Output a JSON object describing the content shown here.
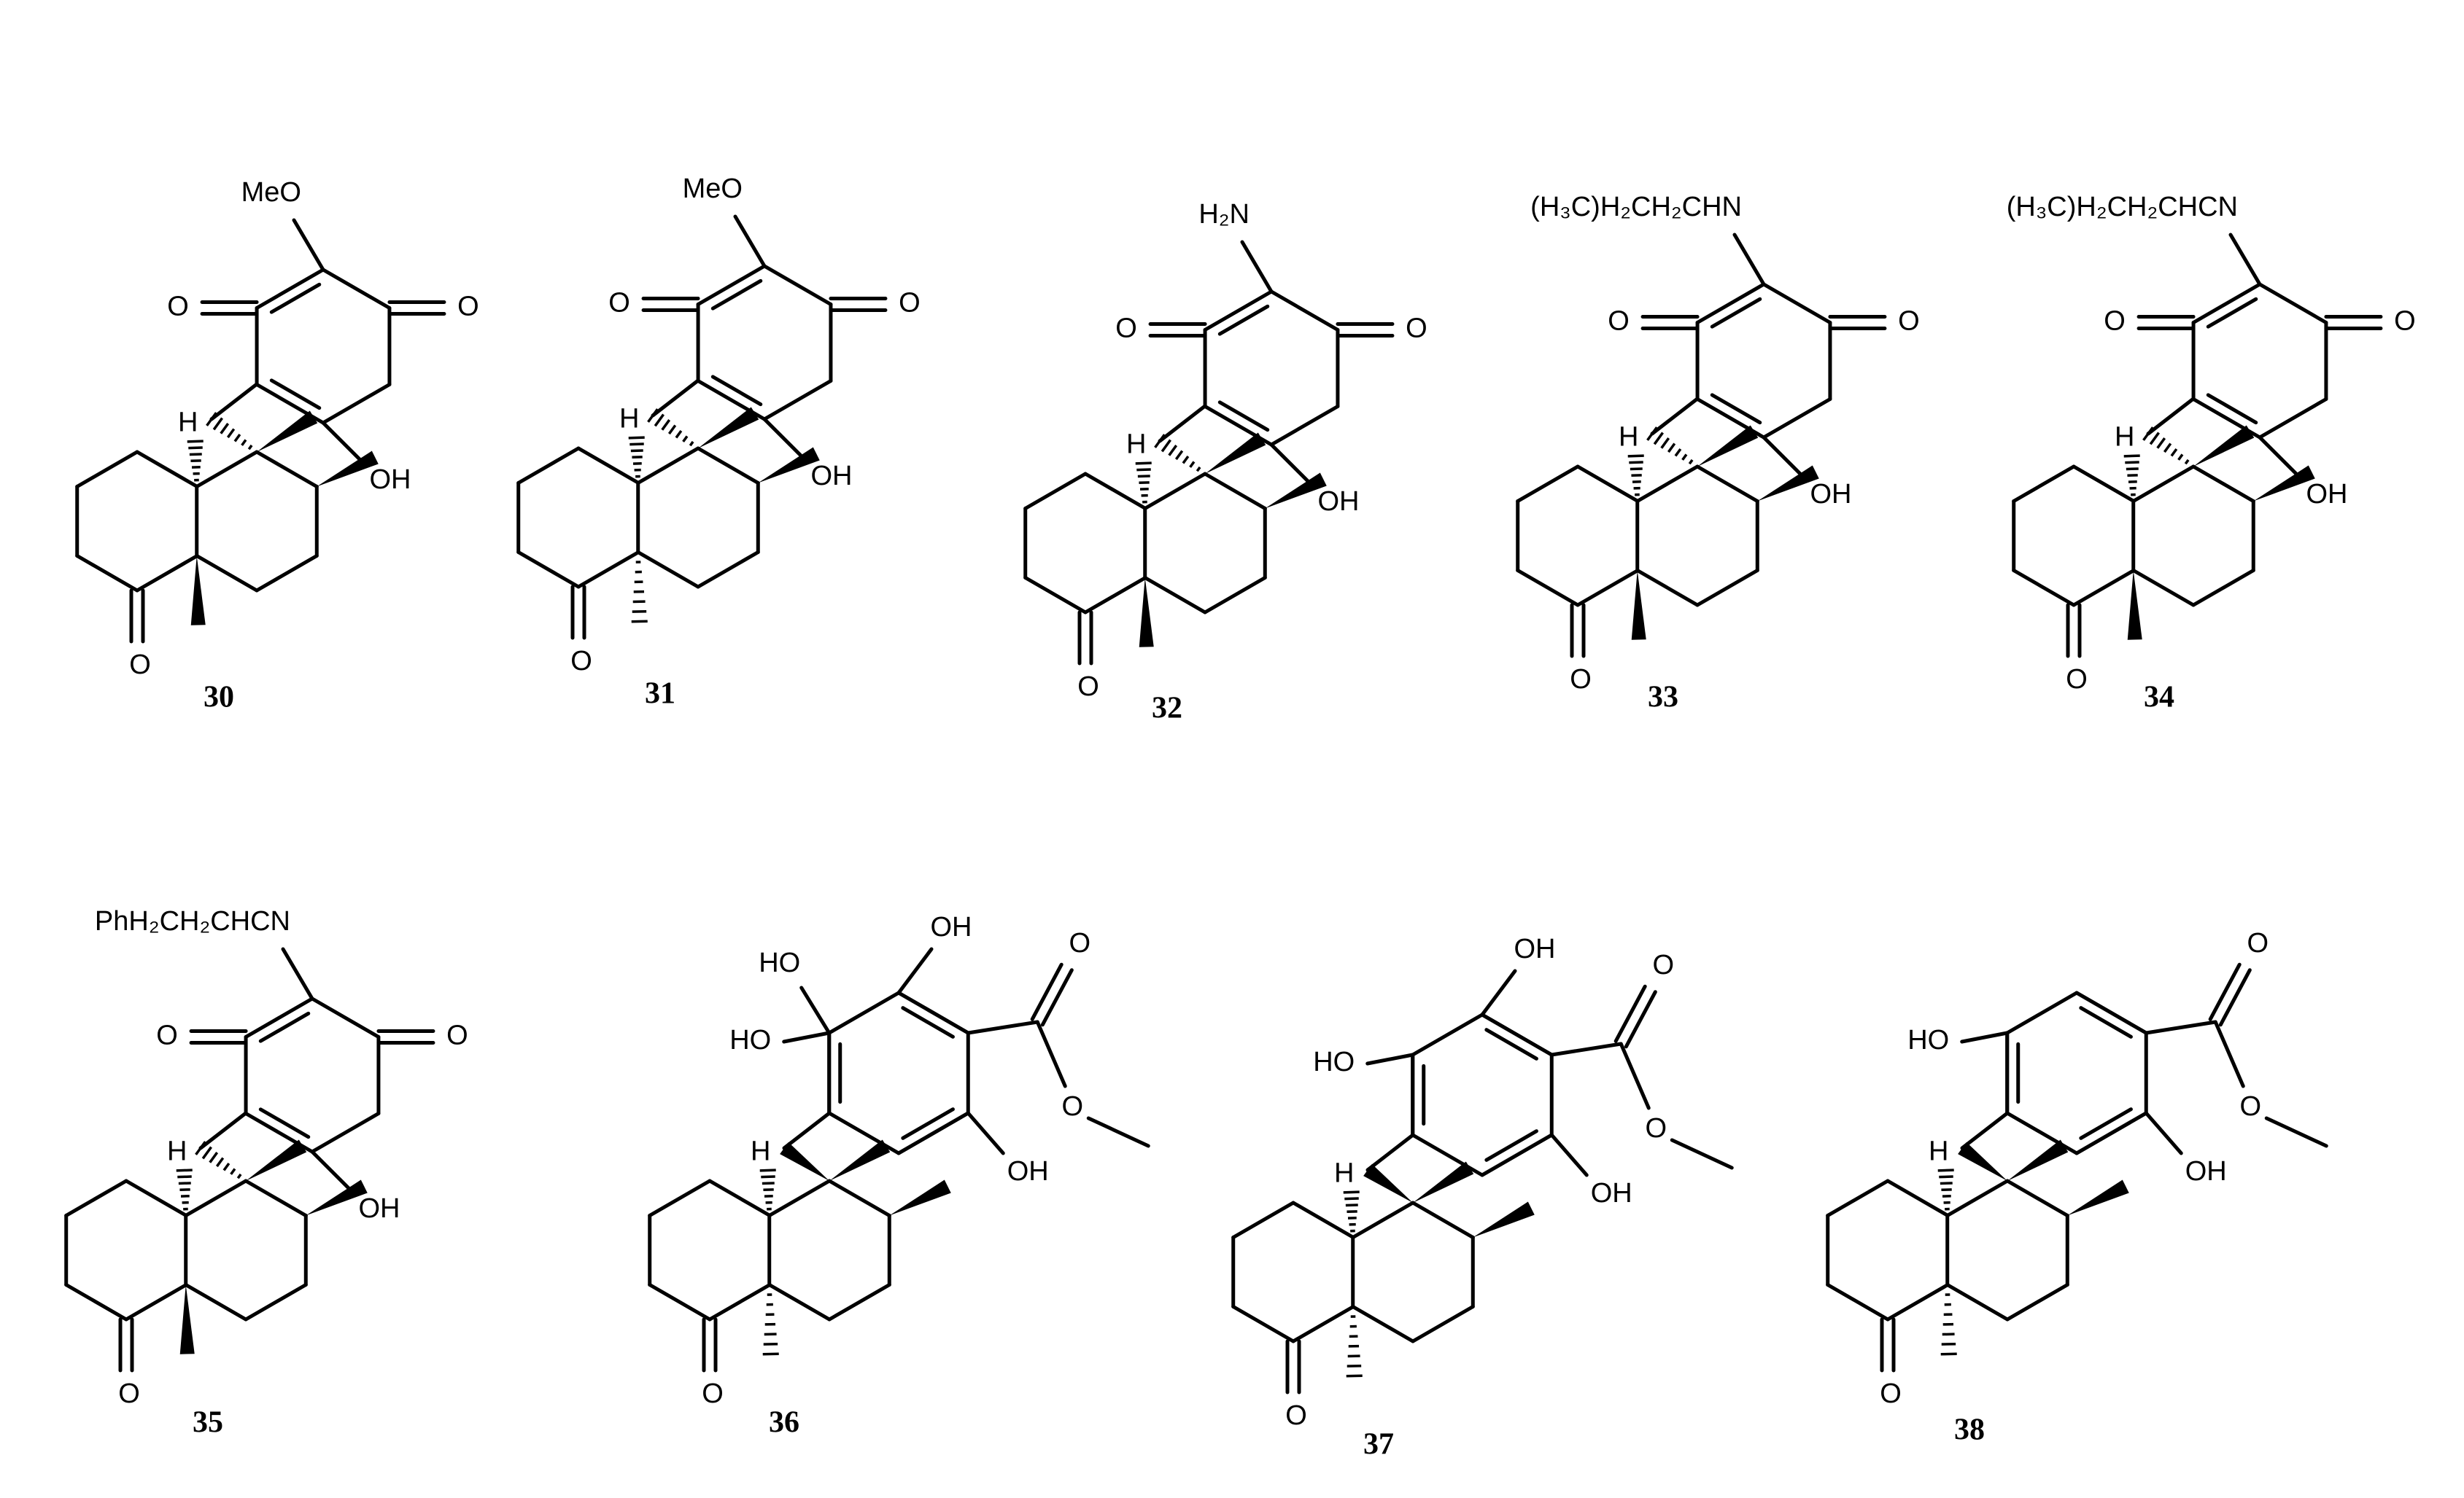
{
  "colors": {
    "stroke": "#000000",
    "background": "#ffffff"
  },
  "compounds": [
    {
      "id": "30",
      "label": "30",
      "ring": "quinone",
      "substituent": "MeO",
      "oh": "OH",
      "ketone_o": "O",
      "quinone_o_left": "O",
      "quinone_o_right": "O",
      "h_label": "H"
    },
    {
      "id": "31",
      "label": "31",
      "ring": "quinone",
      "substituent": "MeO",
      "oh": "OH",
      "ketone_o": "O",
      "quinone_o_left": "O",
      "quinone_o_right": "O",
      "h_label": "H"
    },
    {
      "id": "32",
      "label": "32",
      "ring": "quinone",
      "substituent": "H₂N",
      "oh": "OH",
      "ketone_o": "O",
      "quinone_o_left": "O",
      "quinone_o_right": "O",
      "h_label": "H"
    },
    {
      "id": "33",
      "label": "33",
      "ring": "quinone",
      "substituent": "(H₃C)H₂CH₂CHN",
      "oh": "OH",
      "ketone_o": "O",
      "quinone_o_left": "O",
      "quinone_o_right": "O",
      "h_label": "H"
    },
    {
      "id": "34",
      "label": "34",
      "ring": "quinone",
      "substituent": "(H₃C)H₂CH₂CHCN",
      "oh": "OH",
      "ketone_o": "O",
      "quinone_o_left": "O",
      "quinone_o_right": "O",
      "h_label": "H"
    },
    {
      "id": "35",
      "label": "35",
      "ring": "quinone",
      "substituent": "PhH₂CH₂CHCN",
      "oh": "OH",
      "ketone_o": "O",
      "quinone_o_left": "O",
      "quinone_o_right": "O",
      "h_label": "H"
    },
    {
      "id": "36",
      "label": "36",
      "ring": "benzoate",
      "oh_top_left": "HO",
      "oh_top_right": "OH",
      "oh_left": "HO",
      "oh_bottom": "OH",
      "ester_o_double": "O",
      "ester_o_single": "O",
      "ketone_o": "O",
      "h_label": "H"
    },
    {
      "id": "37",
      "label": "37",
      "ring": "benzoate",
      "oh_top_right": "OH",
      "oh_left": "HO",
      "oh_bottom": "OH",
      "ester_o_double": "O",
      "ester_o_single": "O",
      "ketone_o": "O",
      "h_label": "H"
    },
    {
      "id": "38",
      "label": "38",
      "ring": "benzoate",
      "oh_left": "HO",
      "oh_bottom": "OH",
      "ester_o_double": "O",
      "ester_o_single": "O",
      "ketone_o": "O",
      "h_label": "H"
    }
  ]
}
